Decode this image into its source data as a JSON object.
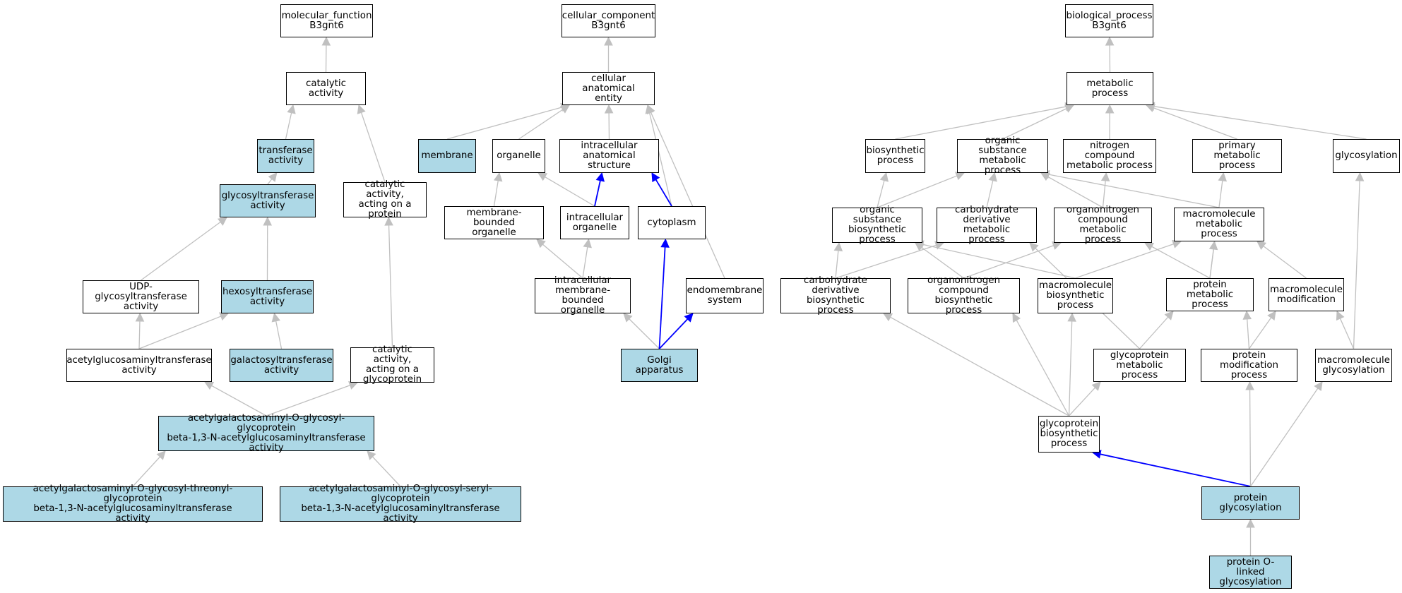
{
  "colors": {
    "highlight": "#add8e6",
    "edge": "#c0c0c0",
    "path_edge": "#0000ff"
  },
  "nodes": {
    "mf_root": "molecular_function\nB3gnt6",
    "catalytic_activity": "catalytic activity",
    "transferase_activity": "transferase\nactivity",
    "glycosyltransferase_activity": "glycosyltransferase\nactivity",
    "catalytic_acting_protein": "catalytic activity,\nacting on a\nprotein",
    "udp_glycosyltransferase": "UDP-glycosyltransferase\nactivity",
    "hexosyltransferase": "hexosyltransferase\nactivity",
    "acetylglucosaminyltransferase": "acetylglucosaminyltransferase\nactivity",
    "galactosyltransferase": "galactosyltransferase\nactivity",
    "catalytic_acting_glycoprotein": "catalytic activity,\nacting on a\nglycoprotein",
    "b3gnt_activity": "acetylgalactosaminyl-O-glycosyl-glycoprotein\nbeta-1,3-N-acetylglucosaminyltransferase\nactivity",
    "threonyl_activity": "acetylgalactosaminyl-O-glycosyl-threonyl-glycoprotein\nbeta-1,3-N-acetylglucosaminyltransferase\nactivity",
    "seryl_activity": "acetylgalactosaminyl-O-glycosyl-seryl-glycoprotein\nbeta-1,3-N-acetylglucosaminyltransferase\nactivity",
    "cc_root": "cellular_component\nB3gnt6",
    "cellular_anatomical_entity": "cellular anatomical\nentity",
    "membrane": "membrane",
    "organelle": "organelle",
    "intracellular_anatomical_structure": "intracellular\nanatomical structure",
    "membrane_bounded_organelle": "membrane-bounded\norganelle",
    "intracellular_organelle": "intracellular\norganelle",
    "cytoplasm": "cytoplasm",
    "intracellular_membrane_bounded_organelle": "intracellular\nmembrane-bounded\norganelle",
    "endomembrane_system": "endomembrane\nsystem",
    "golgi_apparatus": "Golgi apparatus",
    "bp_root": "biological_process\nB3gnt6",
    "metabolic_process": "metabolic process",
    "biosynthetic_process": "biosynthetic\nprocess",
    "organic_substance_metabolic": "organic substance\nmetabolic process",
    "nitrogen_compound_metabolic": "nitrogen compound\nmetabolic process",
    "primary_metabolic": "primary metabolic\nprocess",
    "glycosylation": "glycosylation",
    "organic_substance_biosynthetic": "organic substance\nbiosynthetic\nprocess",
    "carbohydrate_derivative_metabolic": "carbohydrate\nderivative metabolic\nprocess",
    "organonitrogen_metabolic": "organonitrogen\ncompound metabolic\nprocess",
    "macromolecule_metabolic": "macromolecule\nmetabolic process",
    "carbohydrate_derivative_biosynthetic": "carbohydrate\nderivative biosynthetic\nprocess",
    "organonitrogen_biosynthetic": "organonitrogen\ncompound biosynthetic\nprocess",
    "macromolecule_biosynthetic": "macromolecule\nbiosynthetic\nprocess",
    "protein_metabolic": "protein metabolic\nprocess",
    "macromolecule_modification": "macromolecule\nmodification",
    "glycoprotein_metabolic": "glycoprotein\nmetabolic process",
    "protein_modification": "protein modification\nprocess",
    "macromolecule_glycosylation": "macromolecule\nglycosylation",
    "glycoprotein_biosynthetic": "glycoprotein\nbiosynthetic\nprocess",
    "protein_glycosylation": "protein glycosylation",
    "protein_o_linked_glycosylation": "protein O-linked\nglycosylation"
  },
  "highlighted": [
    "transferase_activity",
    "glycosyltransferase_activity",
    "hexosyltransferase",
    "galactosyltransferase",
    "b3gnt_activity",
    "threonyl_activity",
    "seryl_activity",
    "membrane",
    "golgi_apparatus",
    "protein_glycosylation",
    "protein_o_linked_glycosylation"
  ],
  "edges": [
    [
      "catalytic_activity",
      "mf_root",
      "grey"
    ],
    [
      "transferase_activity",
      "catalytic_activity",
      "grey"
    ],
    [
      "catalytic_acting_protein",
      "catalytic_activity",
      "grey"
    ],
    [
      "glycosyltransferase_activity",
      "transferase_activity",
      "grey"
    ],
    [
      "udp_glycosyltransferase",
      "glycosyltransferase_activity",
      "grey"
    ],
    [
      "hexosyltransferase",
      "glycosyltransferase_activity",
      "grey"
    ],
    [
      "acetylglucosaminyltransferase",
      "udp_glycosyltransferase",
      "grey"
    ],
    [
      "acetylglucosaminyltransferase",
      "hexosyltransferase",
      "grey"
    ],
    [
      "galactosyltransferase",
      "hexosyltransferase",
      "grey"
    ],
    [
      "catalytic_acting_glycoprotein",
      "catalytic_acting_protein",
      "grey"
    ],
    [
      "b3gnt_activity",
      "acetylglucosaminyltransferase",
      "grey"
    ],
    [
      "b3gnt_activity",
      "catalytic_acting_glycoprotein",
      "grey"
    ],
    [
      "threonyl_activity",
      "b3gnt_activity",
      "grey"
    ],
    [
      "seryl_activity",
      "b3gnt_activity",
      "grey"
    ],
    [
      "cellular_anatomical_entity",
      "cc_root",
      "grey"
    ],
    [
      "membrane",
      "cellular_anatomical_entity",
      "grey"
    ],
    [
      "organelle",
      "cellular_anatomical_entity",
      "grey"
    ],
    [
      "intracellular_anatomical_structure",
      "cellular_anatomical_entity",
      "grey"
    ],
    [
      "cytoplasm",
      "cellular_anatomical_entity",
      "grey"
    ],
    [
      "endomembrane_system",
      "cellular_anatomical_entity",
      "grey"
    ],
    [
      "membrane_bounded_organelle",
      "organelle",
      "grey"
    ],
    [
      "intracellular_organelle",
      "organelle",
      "grey"
    ],
    [
      "intracellular_organelle",
      "intracellular_anatomical_structure",
      "blue"
    ],
    [
      "cytoplasm",
      "intracellular_anatomical_structure",
      "blue"
    ],
    [
      "intracellular_membrane_bounded_organelle",
      "membrane_bounded_organelle",
      "grey"
    ],
    [
      "intracellular_membrane_bounded_organelle",
      "intracellular_organelle",
      "grey"
    ],
    [
      "golgi_apparatus",
      "intracellular_membrane_bounded_organelle",
      "grey"
    ],
    [
      "golgi_apparatus",
      "cytoplasm",
      "blue"
    ],
    [
      "golgi_apparatus",
      "endomembrane_system",
      "blue"
    ],
    [
      "metabolic_process",
      "bp_root",
      "grey"
    ],
    [
      "biosynthetic_process",
      "metabolic_process",
      "grey"
    ],
    [
      "organic_substance_metabolic",
      "metabolic_process",
      "grey"
    ],
    [
      "nitrogen_compound_metabolic",
      "metabolic_process",
      "grey"
    ],
    [
      "primary_metabolic",
      "metabolic_process",
      "grey"
    ],
    [
      "glycosylation",
      "metabolic_process",
      "grey"
    ],
    [
      "organic_substance_biosynthetic",
      "biosynthetic_process",
      "grey"
    ],
    [
      "organic_substance_biosynthetic",
      "organic_substance_metabolic",
      "grey"
    ],
    [
      "carbohydrate_derivative_metabolic",
      "organic_substance_metabolic",
      "grey"
    ],
    [
      "organonitrogen_metabolic",
      "organic_substance_metabolic",
      "grey"
    ],
    [
      "organonitrogen_metabolic",
      "nitrogen_compound_metabolic",
      "grey"
    ],
    [
      "macromolecule_metabolic",
      "organic_substance_metabolic",
      "grey"
    ],
    [
      "carbohydrate_derivative_biosynthetic",
      "organic_substance_biosynthetic",
      "grey"
    ],
    [
      "carbohydrate_derivative_biosynthetic",
      "carbohydrate_derivative_metabolic",
      "grey"
    ],
    [
      "organonitrogen_biosynthetic",
      "organic_substance_biosynthetic",
      "grey"
    ],
    [
      "organonitrogen_biosynthetic",
      "organonitrogen_metabolic",
      "grey"
    ],
    [
      "macromolecule_biosynthetic",
      "organic_substance_biosynthetic",
      "grey"
    ],
    [
      "macromolecule_biosynthetic",
      "macromolecule_metabolic",
      "grey"
    ],
    [
      "protein_metabolic",
      "organonitrogen_metabolic",
      "grey"
    ],
    [
      "protein_metabolic",
      "primary_metabolic",
      "grey"
    ],
    [
      "protein_metabolic",
      "macromolecule_metabolic",
      "grey"
    ],
    [
      "macromolecule_modification",
      "macromolecule_metabolic",
      "grey"
    ],
    [
      "glycoprotein_metabolic",
      "carbohydrate_derivative_metabolic",
      "grey"
    ],
    [
      "glycoprotein_metabolic",
      "protein_metabolic",
      "grey"
    ],
    [
      "protein_modification",
      "protein_metabolic",
      "grey"
    ],
    [
      "protein_modification",
      "macromolecule_modification",
      "grey"
    ],
    [
      "macromolecule_glycosylation",
      "macromolecule_modification",
      "grey"
    ],
    [
      "macromolecule_glycosylation",
      "glycosylation",
      "grey"
    ],
    [
      "glycoprotein_biosynthetic",
      "carbohydrate_derivative_biosynthetic",
      "grey"
    ],
    [
      "glycoprotein_biosynthetic",
      "organonitrogen_biosynthetic",
      "grey"
    ],
    [
      "glycoprotein_biosynthetic",
      "macromolecule_biosynthetic",
      "grey"
    ],
    [
      "glycoprotein_biosynthetic",
      "glycoprotein_metabolic",
      "grey"
    ],
    [
      "protein_glycosylation",
      "glycoprotein_biosynthetic",
      "blue"
    ],
    [
      "protein_glycosylation",
      "protein_modification",
      "grey"
    ],
    [
      "protein_glycosylation",
      "macromolecule_glycosylation",
      "grey"
    ],
    [
      "protein_o_linked_glycosylation",
      "protein_glycosylation",
      "grey"
    ]
  ]
}
